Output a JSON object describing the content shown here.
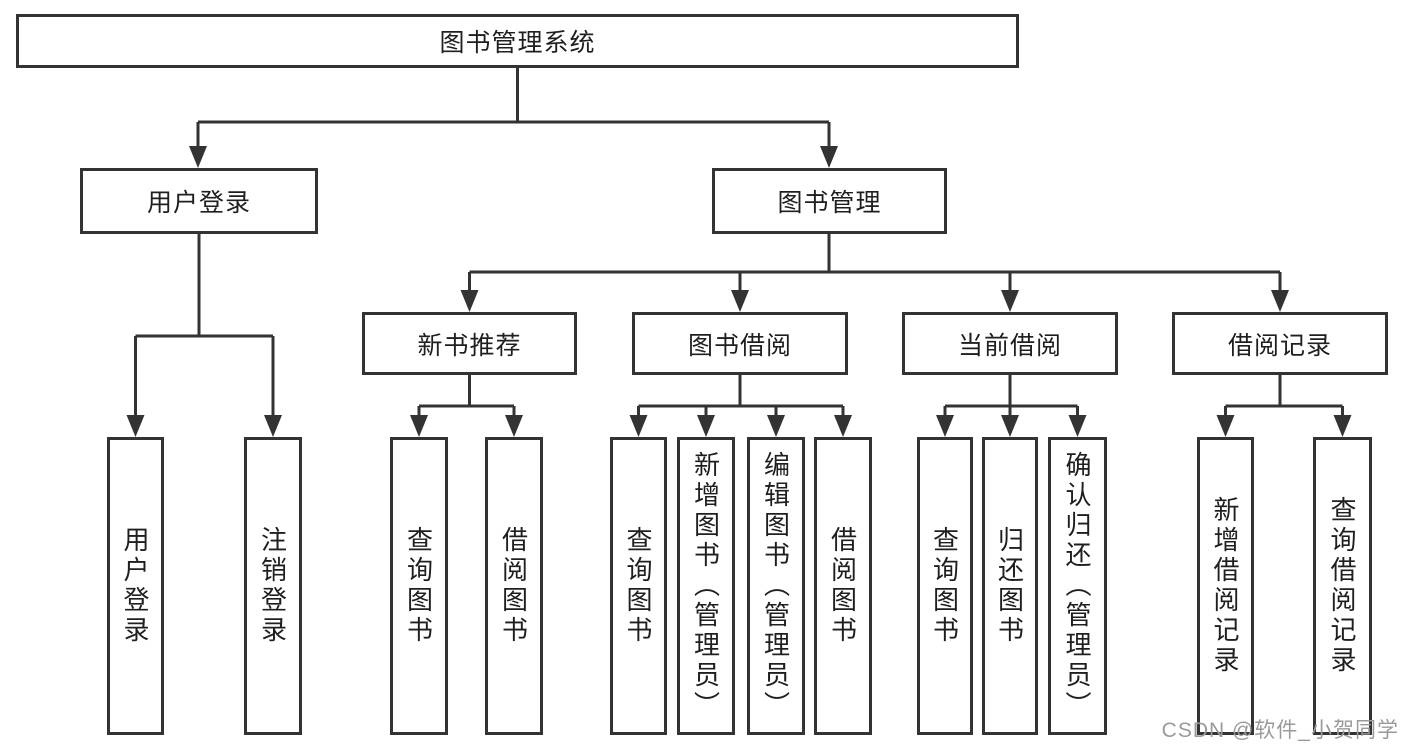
{
  "diagram": {
    "root": {
      "label": "图书管理系统"
    },
    "branches": [
      {
        "label": "用户登录",
        "children": [
          {
            "label": "用户登录"
          },
          {
            "label": "注销登录"
          }
        ]
      },
      {
        "label": "图书管理",
        "children": [
          {
            "label": "新书推荐",
            "children": [
              {
                "label": "查询图书"
              },
              {
                "label": "借阅图书"
              }
            ]
          },
          {
            "label": "图书借阅",
            "children": [
              {
                "label": "查询图书"
              },
              {
                "label": "新增图书（管理员）"
              },
              {
                "label": "编辑图书（管理员）"
              },
              {
                "label": "借阅图书"
              }
            ]
          },
          {
            "label": "当前借阅",
            "children": [
              {
                "label": "查询图书"
              },
              {
                "label": "归还图书"
              },
              {
                "label": "确认归还（管理员）"
              }
            ]
          },
          {
            "label": "借阅记录",
            "children": [
              {
                "label": "新增借阅记录"
              },
              {
                "label": "查询借阅记录"
              }
            ]
          }
        ]
      }
    ]
  },
  "watermark": {
    "text": "CSDN @软件_小贺同学"
  },
  "colors": {
    "line": "#333333",
    "text": "#1f1f1f",
    "watermark": "#9a9a9a",
    "background": "#ffffff"
  }
}
